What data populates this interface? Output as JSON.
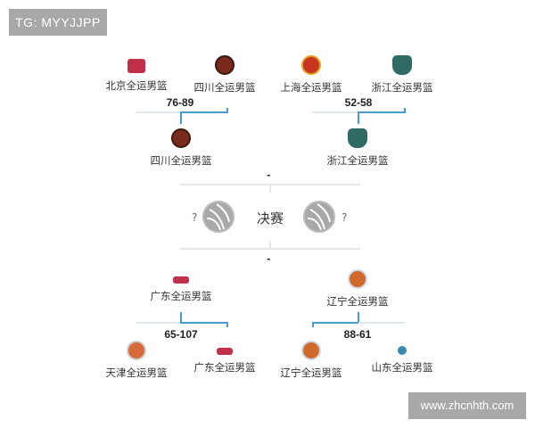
{
  "watermarks": {
    "top_left": "TG: MYYJJPP",
    "bottom_right": "www.zhcnhth.com"
  },
  "top_left_match": {
    "team_a": {
      "name": "北京全运男篮",
      "logo": "beijing-logo",
      "color": "#c0304a"
    },
    "team_b": {
      "name": "四川全运男篮",
      "logo": "sichuan-logo",
      "color": "#7a2a1a"
    },
    "score": "76-89",
    "winner": {
      "name": "四川全运男篮",
      "logo": "sichuan-logo",
      "color": "#7a2a1a"
    }
  },
  "top_right_match": {
    "team_a": {
      "name": "上海全运男篮",
      "logo": "shanghai-logo",
      "color": "#c8341e"
    },
    "team_b": {
      "name": "浙江全运男篮",
      "logo": "zhejiang-logo",
      "color": "#2f6a64"
    },
    "score": "52-58",
    "winner": {
      "name": "浙江全运男篮",
      "logo": "zhejiang-logo",
      "color": "#2f6a64"
    }
  },
  "final": {
    "label": "决赛",
    "left_placeholder": "?",
    "right_placeholder": "?",
    "top_score": "-",
    "bottom_score": "-"
  },
  "bottom_left_match": {
    "winner": {
      "name": "广东全运男篮",
      "logo": "guangdong-logo",
      "color": "#c0304a"
    },
    "score": "65-107",
    "team_a": {
      "name": "天津全运男篮",
      "logo": "tianjin-logo",
      "color": "#d66a3a"
    },
    "team_b": {
      "name": "广东全运男篮",
      "logo": "guangdong-logo",
      "color": "#c0304a"
    }
  },
  "bottom_right_match": {
    "winner": {
      "name": "辽宁全运男篮",
      "logo": "liaoning-logo",
      "color": "#d06a2a"
    },
    "score": "88-61",
    "team_a": {
      "name": "辽宁全运男篮",
      "logo": "liaoning-logo",
      "color": "#d06a2a"
    },
    "team_b": {
      "name": "山东全运男篮",
      "logo": "shandong-logo",
      "color": "#3a8ab0"
    }
  },
  "colors": {
    "bracket_winner": "#4a9ccc",
    "bracket_loser": "#dde8f0",
    "ball": "#a8a8a8"
  }
}
